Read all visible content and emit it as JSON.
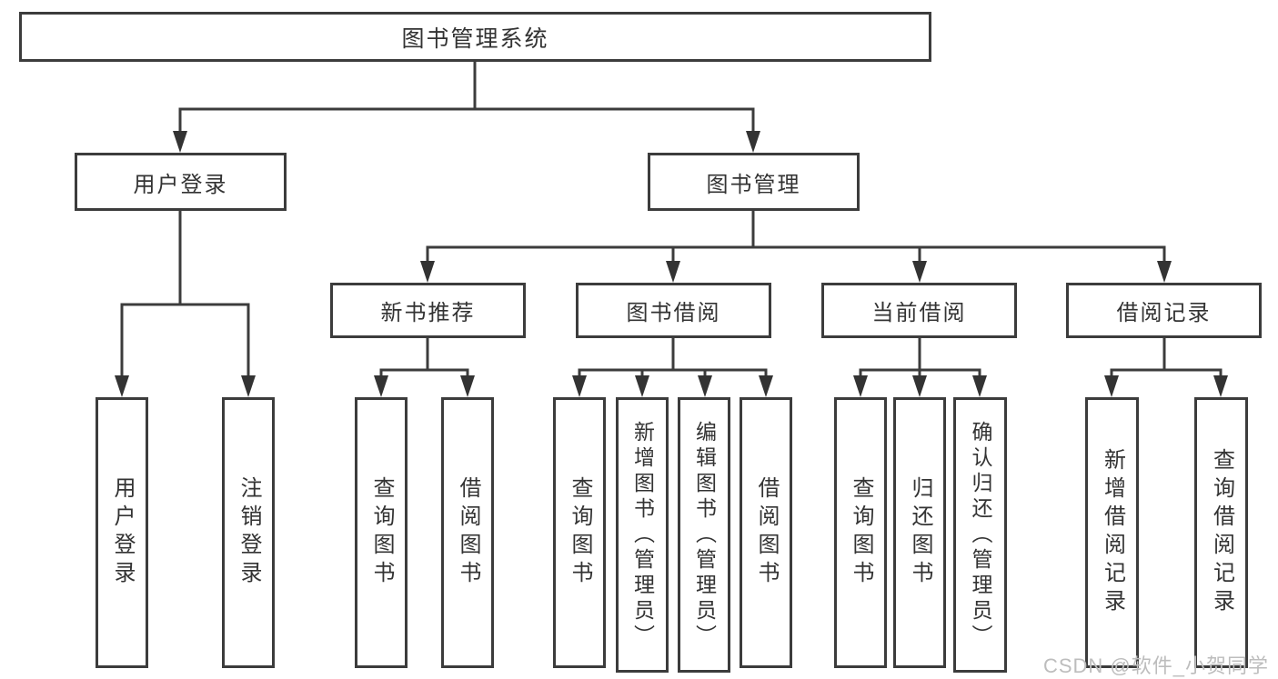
{
  "diagram_type": "function-structure-tree",
  "colors": {
    "line": "#3c3c3c",
    "arrow": "#333333",
    "box_border": "#3c3c3c",
    "box_background": "#ffffff",
    "text": "#333333",
    "watermark": "#bdbdbd",
    "page_background": "#ffffff"
  },
  "tree": {
    "root": {
      "label": "图书管理系统"
    },
    "level2": [
      {
        "label": "用户登录",
        "children": [
          "用户登录",
          "注销登录"
        ]
      },
      {
        "label": "图书管理",
        "children": [
          "新书推荐",
          "图书借阅",
          "当前借阅",
          "借阅记录"
        ]
      }
    ],
    "level3": [
      {
        "label": "新书推荐",
        "parent": "图书管理",
        "children": [
          "查询图书",
          "借阅图书"
        ]
      },
      {
        "label": "图书借阅",
        "parent": "图书管理",
        "children": [
          "查询图书",
          "新增图书（管理员）",
          "编辑图书（管理员）",
          "借阅图书"
        ]
      },
      {
        "label": "当前借阅",
        "parent": "图书管理",
        "children": [
          "查询图书",
          "归还图书",
          "确认归还（管理员）"
        ]
      },
      {
        "label": "借阅记录",
        "parent": "图书管理",
        "children": [
          "新增借阅记录",
          "查询借阅记录"
        ]
      }
    ]
  },
  "watermark": "CSDN @软件_小贺同学"
}
